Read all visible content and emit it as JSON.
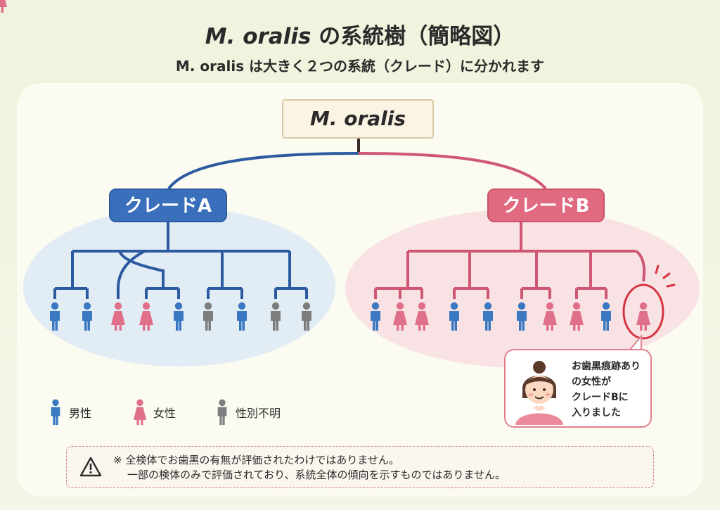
{
  "header": {
    "title_italic": "M. oralis",
    "title_rest": " の系統樹（簡略図）",
    "subtitle": "M. oralis は大きく２つの系統（クレード）に分かれます"
  },
  "tree": {
    "root_label": "M. oralis",
    "clade_a_label": "クレードA",
    "clade_b_label": "クレードB",
    "clade_a_color": "#3a6fbb",
    "clade_b_color": "#e06a80",
    "clade_a_individuals": [
      "male",
      "male",
      "female",
      "female",
      "male",
      "unknown",
      "male",
      "unknown",
      "unknown"
    ],
    "clade_b_individuals": [
      "male",
      "female",
      "female",
      "male",
      "male",
      "male",
      "female",
      "female",
      "male",
      "female"
    ]
  },
  "colors": {
    "male": "#3a78c2",
    "female": "#e0708a",
    "unknown": "#7d7d7d"
  },
  "legend": {
    "male": "男性",
    "female": "女性",
    "unknown": "性別不明"
  },
  "callout": {
    "text": "お歯黒痕跡あり\nの女性が\nクレードBに\n入りました"
  },
  "note": {
    "line1": "※ 全検体でお歯黒の有無が評価されたわけではありません。",
    "line2": "一部の検体のみで評価されており、系統全体の傾向を示すものではありません。"
  }
}
